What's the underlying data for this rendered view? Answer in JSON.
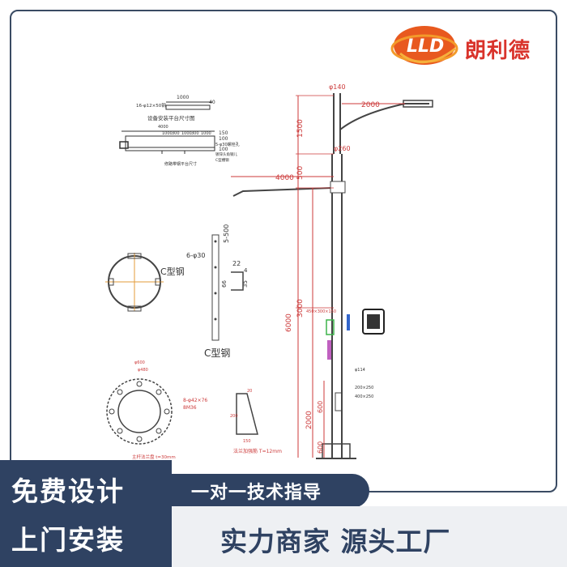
{
  "brand": {
    "name": "朗利德"
  },
  "drawing": {
    "platform_title": "设备安装平台尺寸图",
    "platform_dims": {
      "top": "1000",
      "top_right": "40",
      "spec": "16-φ12×50钢",
      "total": "4000",
      "row": [
        "1000",
        "300",
        "1000",
        "300",
        "1000"
      ],
      "right_1": "150",
      "right_2": "100",
      "right_3": "100",
      "bolt": "5-φ30螺栓孔",
      "note_1": "镀锌头角钢儿",
      "note_2": "C型槽钢"
    },
    "platform_caption": "修路带钢平台尺寸",
    "c_steel_label": "C型钢",
    "c_steel_caption": "C型钢",
    "c_dims": {
      "hole": "6-φ30",
      "len": "5-500",
      "a": "22",
      "b": "4",
      "c": "66",
      "d": "35"
    },
    "flange_dims": {
      "outer": "φ600",
      "inner": "φ480",
      "bolts": "8-φ42×76",
      "bolt_circle": "8M36"
    },
    "flange_caption": "主杆法兰盘 t=30mm",
    "rib_dims": {
      "top": "20",
      "mid": "200",
      "bottom": "150"
    },
    "rib_caption": "法兰加强筋 T=12mm",
    "pole_dims": {
      "top_dia": "φ140",
      "arm_right": "2000",
      "upper": "1500",
      "mid_dia": "φ260",
      "mid": "500",
      "arm_left": "4000",
      "middle": "3000",
      "total": "6000",
      "lower": "2000",
      "door": "600",
      "base": "600"
    },
    "box_label": "450×300×150",
    "note_right_1": "φ114",
    "note_right_2": "200×250",
    "note_right_3": "400×250"
  },
  "badges": {
    "line1": "免费设计",
    "line2": "上门安装"
  },
  "tag": "一对一技术指导",
  "slogan": "实力商家 源头工厂"
}
